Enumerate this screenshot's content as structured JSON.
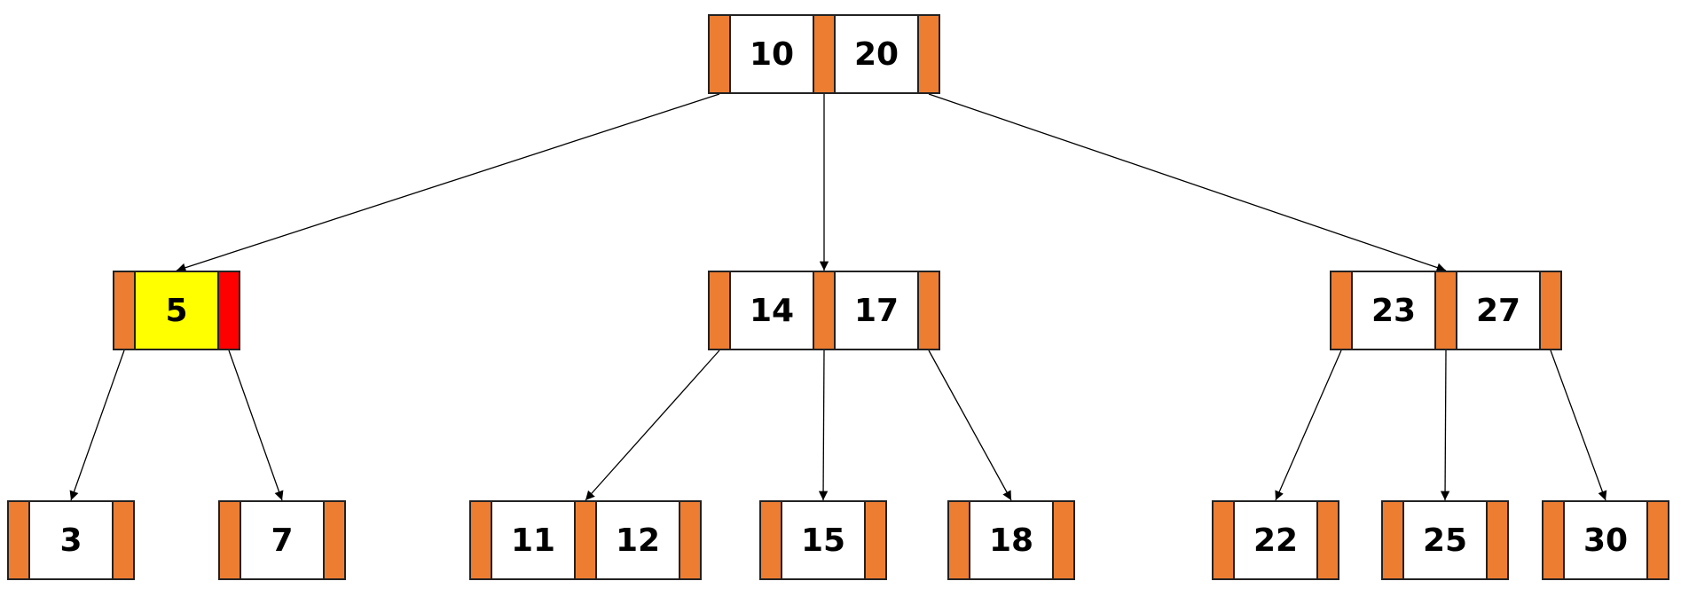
{
  "tree": {
    "nodes": [
      {
        "id": "root",
        "keys": [
          "10",
          "20"
        ]
      },
      {
        "id": "left",
        "keys": [
          "5"
        ],
        "highlight_keys": [
          0
        ],
        "highlight_ptrs": [
          1
        ]
      },
      {
        "id": "mid",
        "keys": [
          "14",
          "17"
        ]
      },
      {
        "id": "right",
        "keys": [
          "23",
          "27"
        ]
      },
      {
        "id": "leaf-3",
        "keys": [
          "3"
        ]
      },
      {
        "id": "leaf-7",
        "keys": [
          "7"
        ]
      },
      {
        "id": "leaf-11-12",
        "keys": [
          "11",
          "12"
        ]
      },
      {
        "id": "leaf-15",
        "keys": [
          "15"
        ]
      },
      {
        "id": "leaf-18",
        "keys": [
          "18"
        ]
      },
      {
        "id": "leaf-22",
        "keys": [
          "22"
        ]
      },
      {
        "id": "leaf-25",
        "keys": [
          "25"
        ]
      },
      {
        "id": "leaf-30",
        "keys": [
          "30"
        ]
      }
    ],
    "edges": [
      [
        "root",
        "left"
      ],
      [
        "root",
        "mid"
      ],
      [
        "root",
        "right"
      ],
      [
        "left",
        "leaf-3"
      ],
      [
        "left",
        "leaf-7"
      ],
      [
        "mid",
        "leaf-11-12"
      ],
      [
        "mid",
        "leaf-15"
      ],
      [
        "mid",
        "leaf-18"
      ],
      [
        "right",
        "leaf-22"
      ],
      [
        "right",
        "leaf-25"
      ],
      [
        "right",
        "leaf-30"
      ]
    ]
  },
  "colors": {
    "pointer": "#ED7D31",
    "key": "#FFFFFF",
    "highlight_key": "#FFFF00",
    "highlight_pointer": "#FF0000",
    "border": "#222222",
    "edge": "#000000"
  }
}
